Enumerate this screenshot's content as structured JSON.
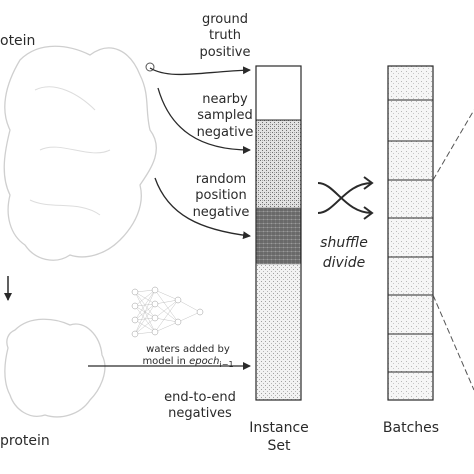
{
  "diagram": {
    "protein_top_label": "otein",
    "protein_bottom_label": "protein",
    "ground_truth_label": "ground truth positive",
    "ground_truth_lines": [
      "ground",
      "truth",
      "positive"
    ],
    "nearby_lines": [
      "nearby",
      "sampled",
      "negative"
    ],
    "random_lines": [
      "random",
      "position",
      "negative"
    ],
    "waters_added_prefix": "waters added by",
    "waters_added_model": "model in ",
    "epoch_symbol": "epoch",
    "epoch_subscript": "i−1",
    "end_to_end_lines": [
      "end-to-end",
      "negatives"
    ],
    "shuffle_word": "shuffle",
    "divide_word": "divide",
    "instance_set_lines": [
      "Instance",
      "Set"
    ],
    "batches_label": "Batches",
    "colors": {
      "ink": "#2a2a2a",
      "dense_fill": "#555555",
      "medium_fill": "#9a9a9a",
      "light_fill": "#d6d6d6"
    }
  }
}
